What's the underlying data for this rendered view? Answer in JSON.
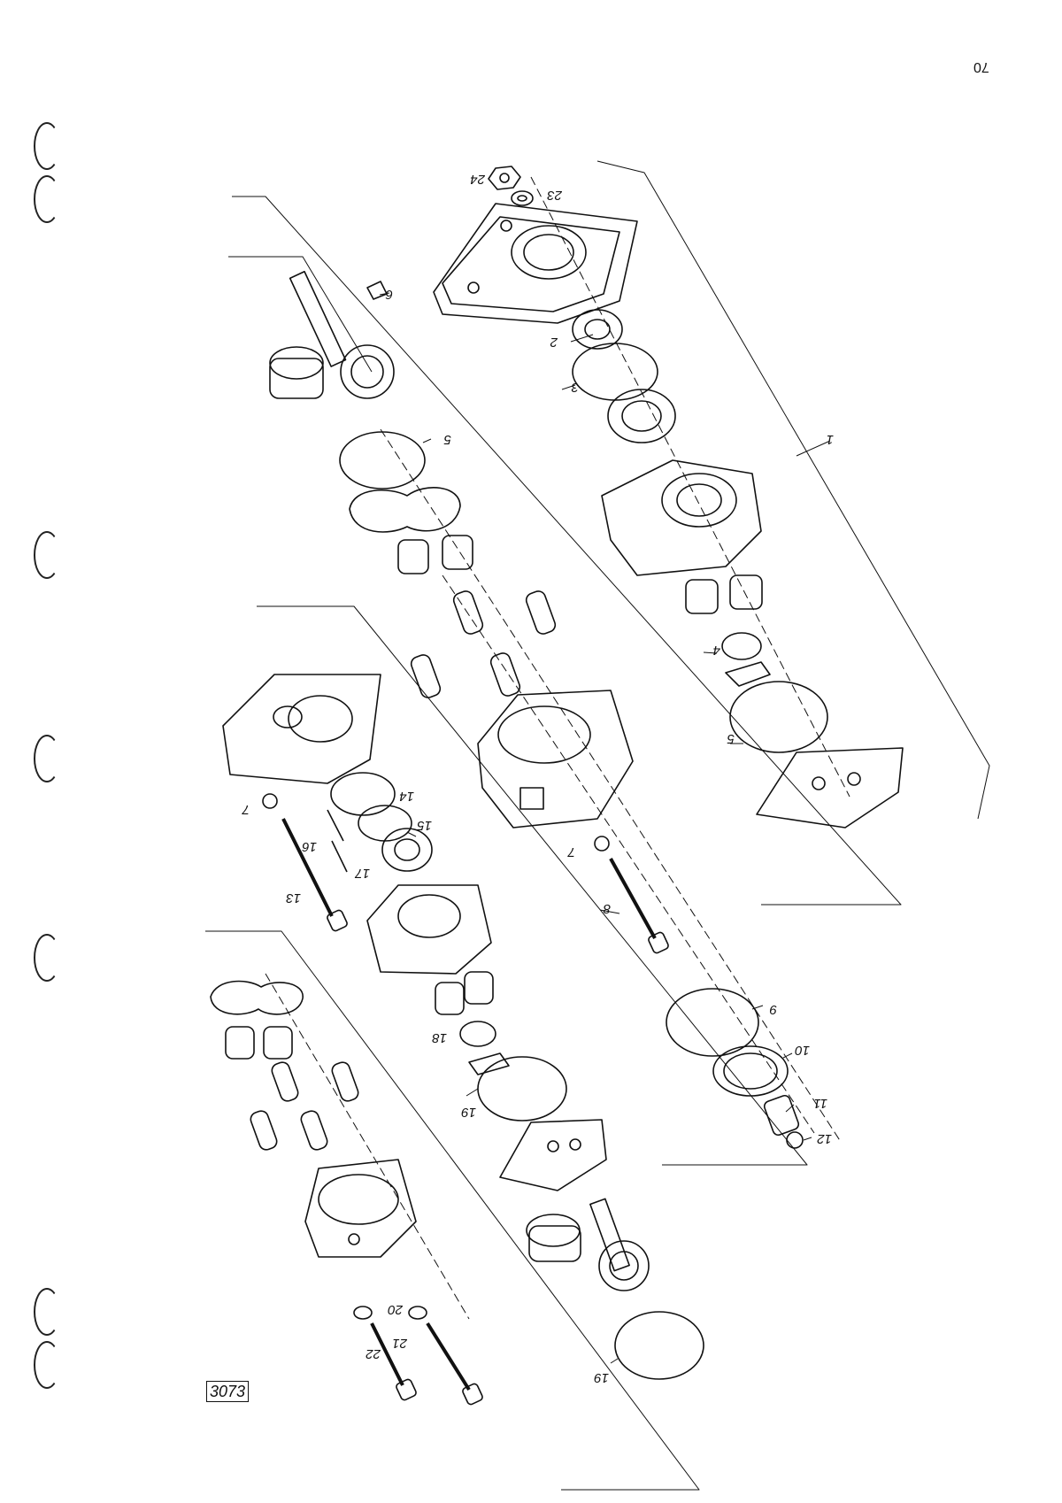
{
  "page": {
    "number": "70",
    "figure_id": "3073"
  },
  "callouts": [
    {
      "id": "1",
      "text": "1"
    },
    {
      "id": "2",
      "text": "2"
    },
    {
      "id": "3",
      "text": "3"
    },
    {
      "id": "4",
      "text": "4"
    },
    {
      "id": "5a",
      "text": "5"
    },
    {
      "id": "5b",
      "text": "5"
    },
    {
      "id": "6",
      "text": "6"
    },
    {
      "id": "7a",
      "text": "7"
    },
    {
      "id": "7b",
      "text": "7"
    },
    {
      "id": "8",
      "text": "8"
    },
    {
      "id": "9",
      "text": "9"
    },
    {
      "id": "10",
      "text": "10"
    },
    {
      "id": "11",
      "text": "11"
    },
    {
      "id": "12",
      "text": "12"
    },
    {
      "id": "13",
      "text": "13"
    },
    {
      "id": "14",
      "text": "14"
    },
    {
      "id": "15",
      "text": "15"
    },
    {
      "id": "16",
      "text": "16"
    },
    {
      "id": "17",
      "text": "17"
    },
    {
      "id": "18",
      "text": "18"
    },
    {
      "id": "19a",
      "text": "19"
    },
    {
      "id": "19b",
      "text": "19"
    },
    {
      "id": "20",
      "text": "20"
    },
    {
      "id": "21",
      "text": "21"
    },
    {
      "id": "22",
      "text": "22"
    },
    {
      "id": "23",
      "text": "23"
    },
    {
      "id": "24",
      "text": "24"
    }
  ]
}
